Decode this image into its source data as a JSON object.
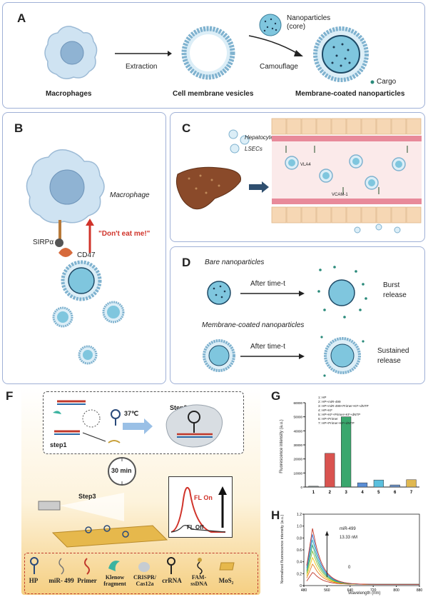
{
  "panelA": {
    "label": "A",
    "macrophages": "Macrophages",
    "extraction": "Extraction",
    "vesicles": "Cell membrane vesicles",
    "nanoparticles_line1": "Nanoparticles",
    "nanoparticles_line2": "(core)",
    "camouflage": "Camouflage",
    "cargo": "Cargo",
    "coated": "Membrane-coated nanoparticles"
  },
  "panelB": {
    "label": "B",
    "macrophage": "Macrophage",
    "sirpa": "SIRPα",
    "cd47": "CD47",
    "dont_eat": "\"Don't eat me!\""
  },
  "panelC": {
    "label": "C",
    "hepatocytes": "Hepatocytes",
    "lsecs": "LSECs",
    "vla4": "VLA4",
    "vcam": "VCAM-1"
  },
  "panelD": {
    "label": "D",
    "bare": "Bare nanoparticles",
    "after1": "After time-t",
    "burst1": "Burst",
    "burst2": "release",
    "coated": "Membrane-coated nanoparticles",
    "after2": "After time-t",
    "sustained1": "Sustained",
    "sustained2": "release"
  },
  "panelF": {
    "label": "F",
    "step1": "step1",
    "step2": "Step2",
    "step3": "Step3",
    "temp": "37℃",
    "time": "30 min",
    "fl_on": "FL  On",
    "fl_off": "FL Off",
    "legend": [
      "HP",
      "miR- 499",
      "Primer",
      "Klenow fragment",
      "CRISPR/ Cas12a",
      "crRNA",
      "FAM- ssDNA",
      "MoS₂"
    ]
  },
  "panelG": {
    "label": "G",
    "ylabel": "Fluorescence intensity (a.u.)",
    "legend": [
      "1: HP",
      "2: HP+miR-499",
      "3: HP+miR-499+Primer+KF+dNTP",
      "4: HP+KF",
      "5: HP+KF+Primer+KF+dNTP",
      "6: HP+Primer",
      "7: HP+Primer+KF+dNTP"
    ]
  },
  "panelH": {
    "label": "H",
    "ylabel": "Normalized fluorescence intensity (a.u.)",
    "xlabel": "Wavelength (nm)",
    "mir": "miR-499",
    "conc": "13.33 nM",
    "zero": "0"
  },
  "chart_data": [
    {
      "type": "bar",
      "categories": [
        "1",
        "2",
        "3",
        "4",
        "5",
        "6",
        "7"
      ],
      "values": [
        600,
        24000,
        50000,
        3000,
        5000,
        1500,
        5200
      ],
      "ylabel": "Fluorescence intensity (a.u.)",
      "ylim": [
        0,
        60000
      ],
      "yticks": [
        "0",
        "10000",
        "20000",
        "30000",
        "40000",
        "50000",
        "60000"
      ]
    },
    {
      "type": "line",
      "xlabel": "Wavelength (nm)",
      "ylabel": "Normalized fluorescence intensity (a.u.)",
      "xlim": [
        480,
        880
      ],
      "ylim": [
        0,
        1.2
      ],
      "xticks": [
        "480",
        "560",
        "640",
        "720",
        "800",
        "880"
      ],
      "yticks": [
        "0",
        "0.2",
        "0.4",
        "0.6",
        "0.8",
        "1.0",
        "1.2"
      ],
      "series": [
        {
          "peak": 0.22,
          "color": "#c0392b"
        },
        {
          "peak": 0.36,
          "color": "#e67e22"
        },
        {
          "peak": 0.47,
          "color": "#f1c40f"
        },
        {
          "peak": 0.58,
          "color": "#7fbf3f"
        },
        {
          "peak": 0.68,
          "color": "#2e9e6a"
        },
        {
          "peak": 0.77,
          "color": "#3bb3c3"
        },
        {
          "peak": 0.86,
          "color": "#3a7bd5"
        },
        {
          "peak": 0.96,
          "color": "#c0392b"
        }
      ]
    }
  ]
}
